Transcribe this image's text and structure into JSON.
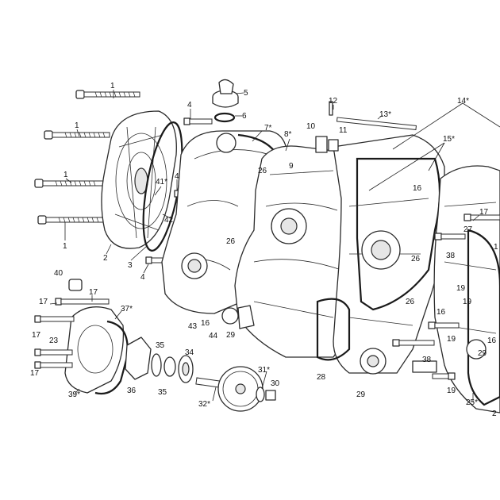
{
  "callouts": [
    {
      "id": "c1a",
      "label": "1"
    },
    {
      "id": "c1b",
      "label": "1"
    },
    {
      "id": "c1c",
      "label": "1"
    },
    {
      "id": "c1d",
      "label": "1"
    },
    {
      "id": "c2",
      "label": "2"
    },
    {
      "id": "c3",
      "label": "3"
    },
    {
      "id": "c4a",
      "label": "4"
    },
    {
      "id": "c4b",
      "label": "4"
    },
    {
      "id": "c4c",
      "label": "4"
    },
    {
      "id": "c5",
      "label": "5"
    },
    {
      "id": "c6",
      "label": "6"
    },
    {
      "id": "c7",
      "label": "7*"
    },
    {
      "id": "c8",
      "label": "8*"
    },
    {
      "id": "c9",
      "label": "9"
    },
    {
      "id": "c10",
      "label": "10"
    },
    {
      "id": "c11",
      "label": "11"
    },
    {
      "id": "c12",
      "label": "12"
    },
    {
      "id": "c13",
      "label": "13*"
    },
    {
      "id": "c14",
      "label": "14*"
    },
    {
      "id": "c15",
      "label": "15*"
    },
    {
      "id": "c16a",
      "label": "16"
    },
    {
      "id": "c16b",
      "label": "16"
    },
    {
      "id": "c16c",
      "label": "16"
    },
    {
      "id": "c16d",
      "label": "16"
    },
    {
      "id": "c17a",
      "label": "17"
    },
    {
      "id": "c17b",
      "label": "17"
    },
    {
      "id": "c17c",
      "label": "17"
    },
    {
      "id": "c17d",
      "label": "17"
    },
    {
      "id": "c17e",
      "label": "17"
    },
    {
      "id": "c19a",
      "label": "19"
    },
    {
      "id": "c19b",
      "label": "19"
    },
    {
      "id": "c19c",
      "label": "19"
    },
    {
      "id": "c19d",
      "label": "19"
    },
    {
      "id": "c23",
      "label": "23"
    },
    {
      "id": "c25",
      "label": "25*"
    },
    {
      "id": "c26a",
      "label": "26"
    },
    {
      "id": "c26b",
      "label": "26"
    },
    {
      "id": "c26c",
      "label": "26"
    },
    {
      "id": "c26d",
      "label": "26"
    },
    {
      "id": "c27",
      "label": "27"
    },
    {
      "id": "c28",
      "label": "28"
    },
    {
      "id": "c29a",
      "label": "29"
    },
    {
      "id": "c29b",
      "label": "29"
    },
    {
      "id": "c29c",
      "label": "29"
    },
    {
      "id": "c30",
      "label": "30"
    },
    {
      "id": "c31",
      "label": "31*"
    },
    {
      "id": "c32",
      "label": "32*"
    },
    {
      "id": "c34",
      "label": "34"
    },
    {
      "id": "c35a",
      "label": "35"
    },
    {
      "id": "c35b",
      "label": "35"
    },
    {
      "id": "c36",
      "label": "36"
    },
    {
      "id": "c37",
      "label": "37*"
    },
    {
      "id": "c38a",
      "label": "38"
    },
    {
      "id": "c38b",
      "label": "38"
    },
    {
      "id": "c39",
      "label": "39*"
    },
    {
      "id": "c40",
      "label": "40"
    },
    {
      "id": "c41",
      "label": "41*"
    },
    {
      "id": "c42",
      "label": "42"
    },
    {
      "id": "c43",
      "label": "43"
    },
    {
      "id": "c44",
      "label": "44"
    },
    {
      "id": "c1e",
      "label": "1"
    },
    {
      "id": "c2b",
      "label": "2"
    }
  ]
}
